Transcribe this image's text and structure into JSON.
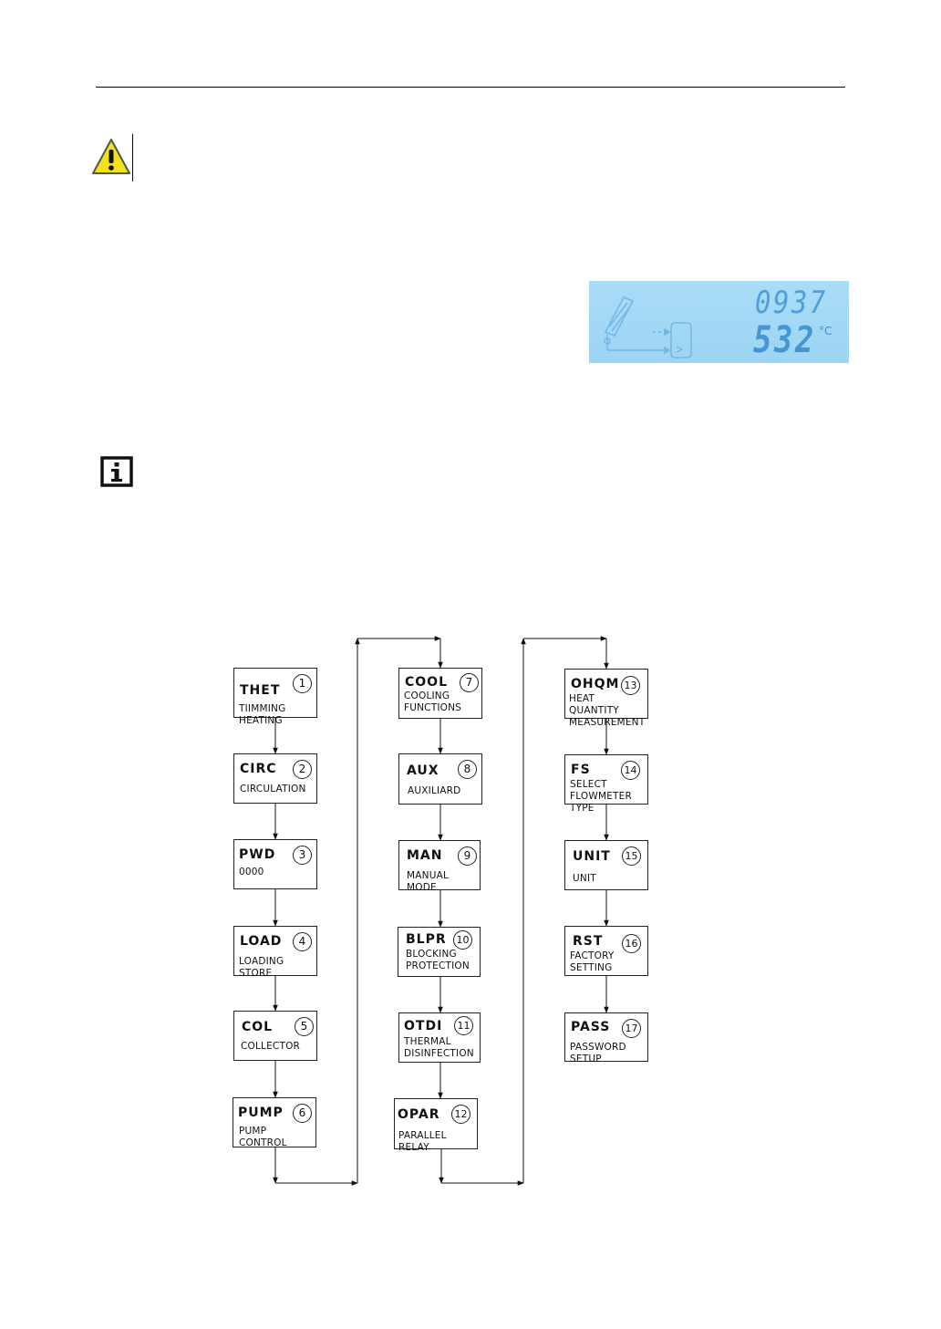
{
  "lcd": {
    "time": "0937",
    "temp": "532",
    "unit": "°C"
  },
  "colors": {
    "lcd_bg": "#a9dcf7",
    "lcd_segment": "#3c8fd1",
    "warning_yellow": "#f2e21c"
  },
  "icons": {
    "warning": "warning-triangle-icon",
    "info": "info-icon"
  },
  "menu": [
    {
      "code": "THET",
      "num": "1",
      "desc": "TIIMMING HEATING"
    },
    {
      "code": "CIRC",
      "num": "2",
      "desc": "CIRCULATION"
    },
    {
      "code": "PWD",
      "num": "3",
      "desc": "0000"
    },
    {
      "code": "LOAD",
      "num": "4",
      "desc": "LOADING STORE"
    },
    {
      "code": "COL",
      "num": "5",
      "desc": "COLLECTOR"
    },
    {
      "code": "PUMP",
      "num": "6",
      "desc": "PUMP CONTROL"
    },
    {
      "code": "COOL",
      "num": "7",
      "desc": "COOLING\nFUNCTIONS"
    },
    {
      "code": "AUX",
      "num": "8",
      "desc": "AUXILIARD"
    },
    {
      "code": "MAN",
      "num": "9",
      "desc": "MANUAL MODE"
    },
    {
      "code": "BLPR",
      "num": "10",
      "desc": "BLOCKING\nPROTECTION"
    },
    {
      "code": "OTDI",
      "num": "11",
      "desc": "THERMAL\nDISINFECTION"
    },
    {
      "code": "OPAR",
      "num": "12",
      "desc": "PARALLEL RELAY"
    },
    {
      "code": "OHQM",
      "num": "13",
      "desc": "HEAT QUANTITY\nMEASUREMENT"
    },
    {
      "code": "FS",
      "num": "14",
      "desc": "SELECT\nFLOWMETER TYPE"
    },
    {
      "code": "UNIT",
      "num": "15",
      "desc": "UNIT"
    },
    {
      "code": "RST",
      "num": "16",
      "desc": "FACTORY\nSETTING"
    },
    {
      "code": "PASS",
      "num": "17",
      "desc": "PASSWORD SETUP"
    }
  ]
}
